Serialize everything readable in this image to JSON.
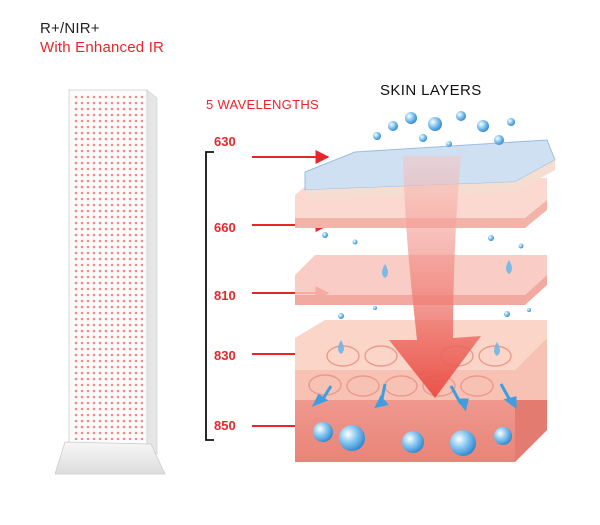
{
  "header": {
    "line1": "R+/NIR+",
    "line2": "With Enhanced IR"
  },
  "wavelengths": {
    "heading": "5 WAVELENGTHS",
    "items": [
      {
        "label": "630"
      },
      {
        "label": "660"
      },
      {
        "label": "810"
      },
      {
        "label": "830"
      },
      {
        "label": "850"
      }
    ]
  },
  "skin": {
    "heading": "SKIN LAYERS"
  },
  "colors": {
    "accent_red": "#e8262a",
    "text_dark": "#222222",
    "skin_pink": "#f4a7a0",
    "bubble_blue": "#4aa3e0",
    "panel_led": "#f28a8a"
  },
  "icons": [
    "led-panel-device",
    "arrow-right-icon",
    "skin-cross-section",
    "down-arrow-icon"
  ]
}
